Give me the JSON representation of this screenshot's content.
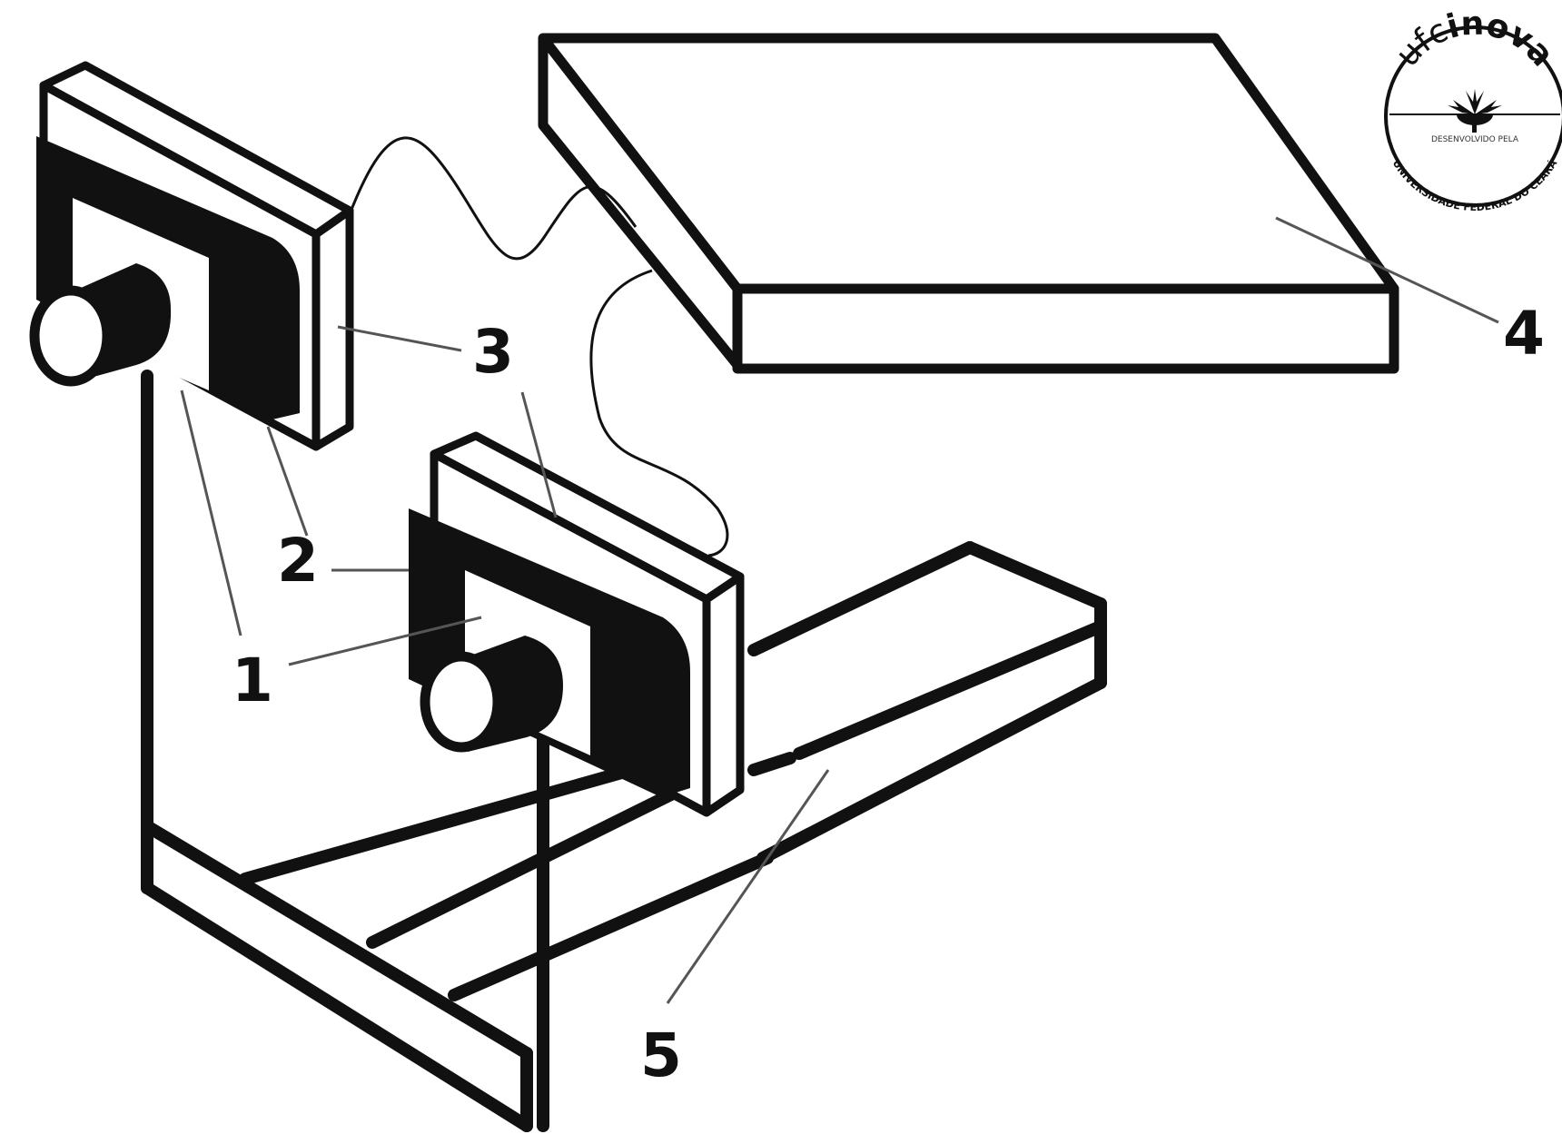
{
  "labels": {
    "part_1": "1",
    "part_2": "2",
    "part_3": "3",
    "part_4": "4",
    "part_5": "5"
  },
  "logo": {
    "brand_light": "ufc",
    "brand_bold": "inova",
    "ring_top": "DESENVOLVIDO PELA",
    "ring_bottom": "UNIVERSIDADE FEDERAL DO CEARÁ",
    "icon": "palm-leaf-icon"
  },
  "colors": {
    "ink": "#111111",
    "leader": "#555555",
    "background": "#ffffff"
  }
}
